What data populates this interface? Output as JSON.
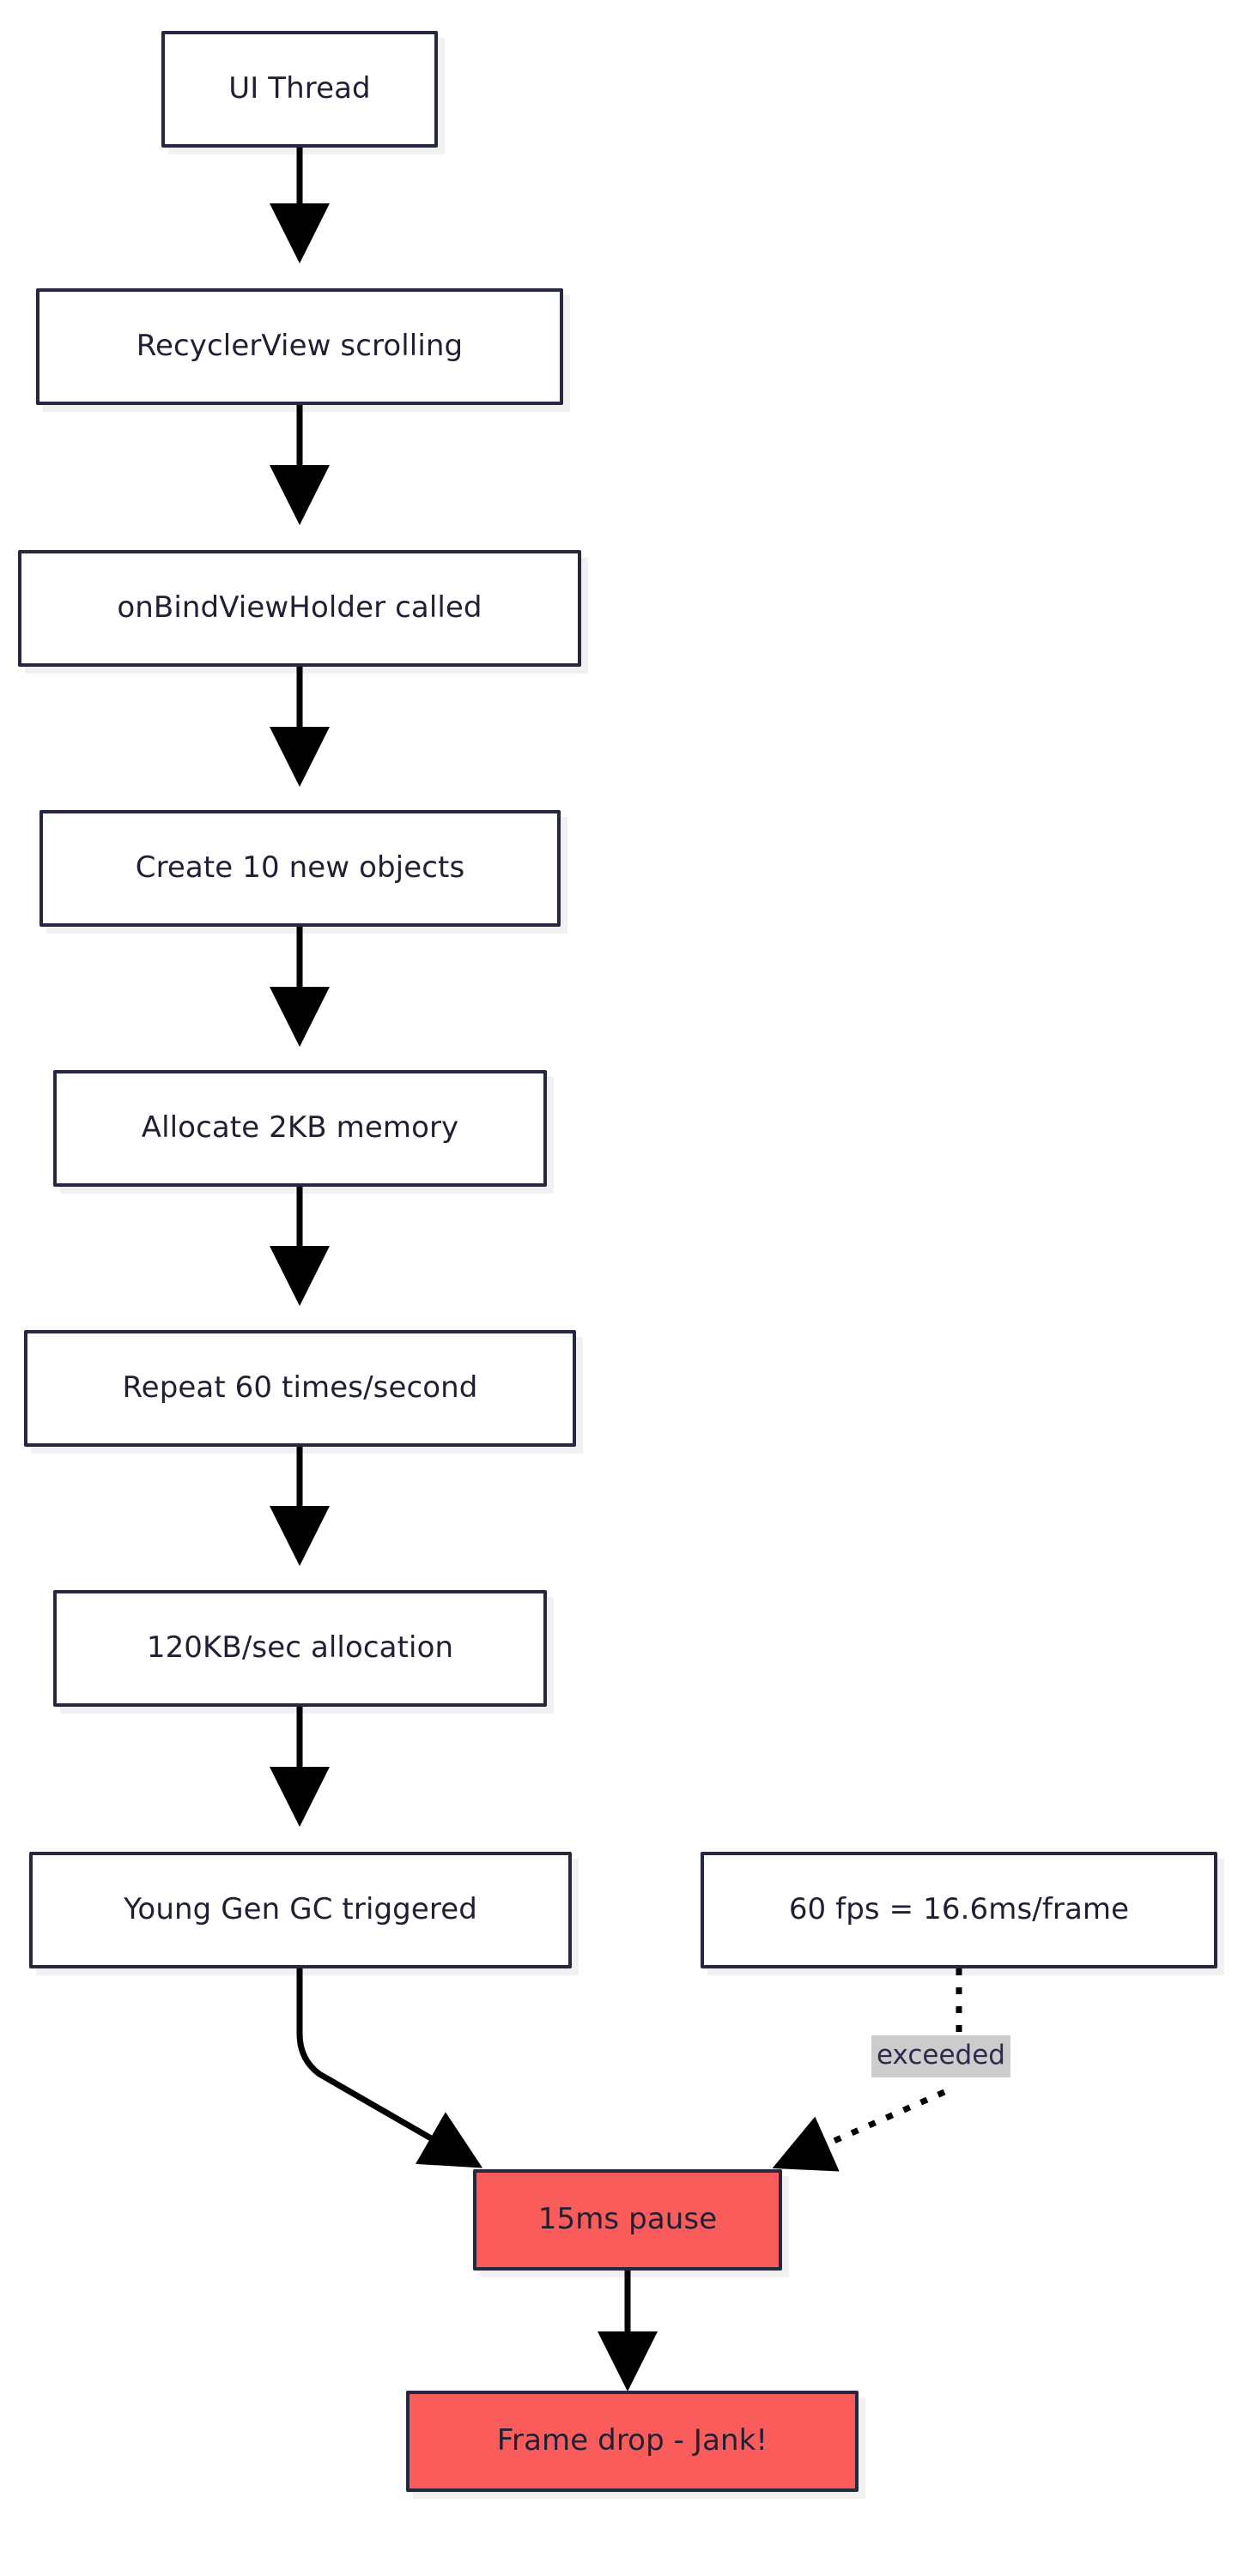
{
  "diagram": {
    "type": "flowchart",
    "direction": "top-to-bottom",
    "background_color": "#ffffff",
    "node_fill": "#ffffff",
    "node_border_color": "#262840",
    "alert_fill": "#FA5C5C",
    "text_color": "#1f2033",
    "edge_color": "#000000",
    "edge_label_bg": "#cccccc",
    "nodes": [
      {
        "id": "ui-thread",
        "label": "UI Thread",
        "style": "default"
      },
      {
        "id": "recyclerview",
        "label": "RecyclerView scrolling",
        "style": "default"
      },
      {
        "id": "onbindviewholder",
        "label": "onBindViewHolder called",
        "style": "default"
      },
      {
        "id": "create-objects",
        "label": "Create 10 new objects",
        "style": "default"
      },
      {
        "id": "allocate-memory",
        "label": "Allocate 2KB memory",
        "style": "default"
      },
      {
        "id": "repeat-60",
        "label": "Repeat 60 times/second",
        "style": "default"
      },
      {
        "id": "allocation-rate",
        "label": "120KB/sec allocation",
        "style": "default"
      },
      {
        "id": "young-gen-gc",
        "label": "Young Gen GC triggered",
        "style": "default"
      },
      {
        "id": "frame-budget",
        "label": "60 fps = 16.6ms/frame",
        "style": "default"
      },
      {
        "id": "pause",
        "label": "15ms pause",
        "style": "alert"
      },
      {
        "id": "frame-drop",
        "label": "Frame drop - Jank!",
        "style": "alert"
      }
    ],
    "edges": [
      {
        "from": "ui-thread",
        "to": "recyclerview",
        "label": "",
        "style": "solid"
      },
      {
        "from": "recyclerview",
        "to": "onbindviewholder",
        "label": "",
        "style": "solid"
      },
      {
        "from": "onbindviewholder",
        "to": "create-objects",
        "label": "",
        "style": "solid"
      },
      {
        "from": "create-objects",
        "to": "allocate-memory",
        "label": "",
        "style": "solid"
      },
      {
        "from": "allocate-memory",
        "to": "repeat-60",
        "label": "",
        "style": "solid"
      },
      {
        "from": "repeat-60",
        "to": "allocation-rate",
        "label": "",
        "style": "solid"
      },
      {
        "from": "allocation-rate",
        "to": "young-gen-gc",
        "label": "",
        "style": "solid"
      },
      {
        "from": "young-gen-gc",
        "to": "pause",
        "label": "",
        "style": "solid"
      },
      {
        "from": "frame-budget",
        "to": "pause",
        "label": "exceeded",
        "style": "dotted"
      },
      {
        "from": "pause",
        "to": "frame-drop",
        "label": "",
        "style": "solid"
      }
    ],
    "edge_labels": [
      {
        "id": "exceeded-label",
        "text": "exceeded"
      }
    ]
  }
}
